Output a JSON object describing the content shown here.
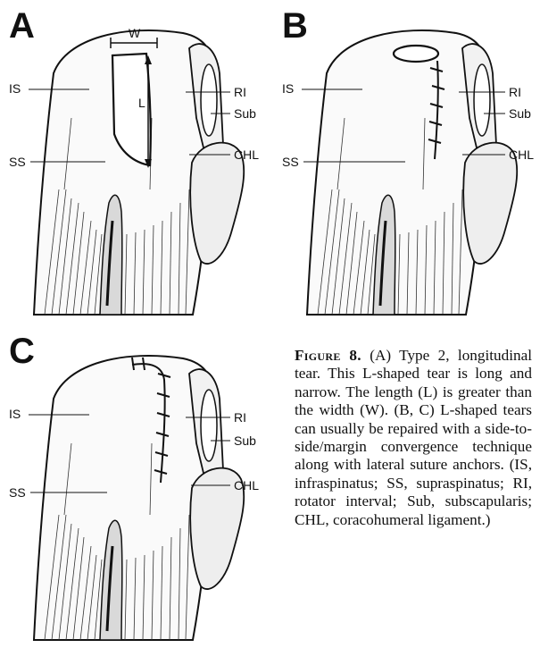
{
  "panels": [
    {
      "letter": "A",
      "labels": {
        "is": "IS",
        "ss": "SS",
        "ri": "RI",
        "sub": "Sub",
        "chl": "CHL",
        "w": "W",
        "l": "L"
      }
    },
    {
      "letter": "B",
      "labels": {
        "is": "IS",
        "ss": "SS",
        "ri": "RI",
        "sub": "Sub",
        "chl": "CHL"
      }
    },
    {
      "letter": "C",
      "labels": {
        "is": "IS",
        "ss": "SS",
        "ri": "RI",
        "sub": "Sub",
        "chl": "CHL"
      }
    }
  ],
  "caption": {
    "figure_label": "Figure 8.",
    "text": "(A) Type 2, longitudinal tear. This L-shaped tear is long and narrow. The length (L) is greater than the width (W). (B, C) L-shaped tears can usually be repaired with a side-to-side/margin convergence technique along with lateral suture anchors. (IS, infraspinatus; SS, supraspinatus; RI, rotator interval; Sub, subscapularis; CHL, coracohumeral ligament.)"
  }
}
